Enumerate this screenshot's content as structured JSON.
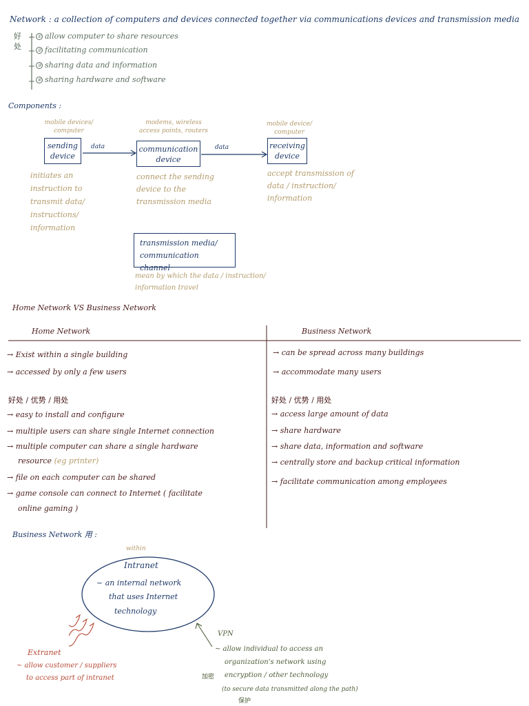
{
  "definition": {
    "text": "Network : a collection of computers and devices connected together via communications devices and transmission media"
  },
  "benefits": {
    "side_label": "好处",
    "items": [
      {
        "num": "①",
        "text": "allow computer to share resources"
      },
      {
        "num": "②",
        "text": "facilitating communication"
      },
      {
        "num": "③",
        "text": "sharing data and information"
      },
      {
        "num": "④",
        "text": "sharing hardware and software"
      }
    ]
  },
  "components": {
    "heading": "Components :",
    "sending": {
      "above": "mobile devices/ computer",
      "label": "sending device",
      "desc": "initiates an instruction to transmit data/ instructions/ information"
    },
    "arrow1_label": "data",
    "communication": {
      "above": "modems, wireless access points, routers",
      "label": "communication device",
      "desc": "connect the sending device to the transmission media"
    },
    "arrow2_label": "data",
    "receiving": {
      "above": "mobile device/ computer",
      "label": "receiving device",
      "desc": "accept transmission of data / instruction/ information"
    },
    "media": {
      "label": "transmission media/ communication channel",
      "desc": "mean by which the data / instruction/ information travel"
    }
  },
  "comparison": {
    "heading": "Home Network VS Business Network",
    "home": {
      "title": "Home Network",
      "points": [
        "→ Exist within a single building",
        "→ accessed by only a few users"
      ],
      "adv_heading": "好处 / 优势 / 用处",
      "advantages": [
        "→ easy to install and configure",
        "→ multiple users can share single Internet connection",
        "→ multiple computer can share a single hardware",
        "resource",
        "(eg printer)",
        "→ file on each computer can be shared",
        "→ game console can connect to Internet ( facilitate",
        "online gaming )"
      ]
    },
    "business": {
      "title": "Business Network",
      "points": [
        "→ can be spread across many buildings",
        "→ accommodate many users"
      ],
      "adv_heading": "好处 / 优势 / 用处",
      "advantages": [
        "→ access large amount of data",
        "→ share hardware",
        "→ share data, information and software",
        "→ centrally store and backup critical information",
        "→ facilitate communication among employees"
      ]
    }
  },
  "business_usage": {
    "heading": "Business Network 用 :",
    "within": "within",
    "intranet_title": "Intranet",
    "intranet_desc": [
      "~ an internal network",
      "that uses Internet",
      "technology"
    ],
    "extranet_title": "Extranet",
    "extranet_desc": [
      "~ allow customer / suppliers",
      "to access part of intranet"
    ],
    "vpn_title": "VPN",
    "vpn_desc": [
      "~ allow individual to access an",
      "organization's network using",
      "encryption / other technology",
      "(to secure data transmitted along the path)"
    ],
    "vpn_note_cn": "加密",
    "vpn_note_cn2": "保护"
  },
  "colors": {
    "navy": "#1f3a68",
    "sage": "#5c6f60",
    "tan": "#b39a6a",
    "maroon": "#4a1c1c",
    "red": "#b54b37",
    "olive": "#4f5e3a"
  }
}
